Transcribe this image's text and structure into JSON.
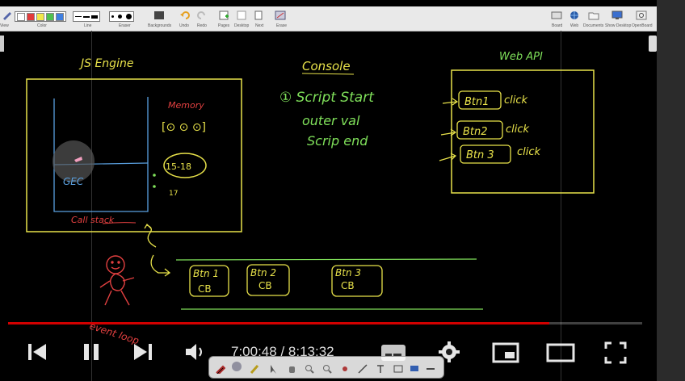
{
  "toolbar": {
    "labels": {
      "view": "View",
      "color": "Color",
      "line": "Line",
      "eraser": "Eraser",
      "backgrounds": "Backgrounds",
      "undo": "Undo",
      "redo": "Redo",
      "pages": "Pages",
      "desktop": "Desktop",
      "next": "Next",
      "erase": "Erase",
      "board": "Board",
      "web": "Web",
      "documents": "Documents",
      "show_desktop": "Show Desktop",
      "openboard": "OpenBoard"
    },
    "colors": [
      "#e23b3b",
      "#f0a020",
      "#f2e84a",
      "#4fc04f",
      "#3f7fe0"
    ]
  },
  "board": {
    "js_engine_title": "JS Engine",
    "memory_label": "Memory",
    "memory_items": "[⊙ ⊙ ⊙]",
    "timer_note": "15-18",
    "timer_sub": "17",
    "gec_label": "GEC",
    "call_stack_label": "Call stack",
    "console_title": "Console",
    "console_lines": [
      "① Script Start",
      "outer val",
      "Scrip end"
    ],
    "web_api_title": "Web API",
    "web_buttons": [
      "Btn1",
      "Btn2",
      "Btn 3"
    ],
    "click_label": "click",
    "queue_items": [
      {
        "top": "Btn 1",
        "bottom": "CB"
      },
      {
        "top": "Btn 2",
        "bottom": "CB"
      },
      {
        "top": "Btn 3",
        "bottom": "CB"
      }
    ],
    "event_loop_label": "event loop"
  },
  "player": {
    "time_current": "7:00:48",
    "time_total": "8:13:32",
    "time_display": "7:00:48 / 8:13:32",
    "progress_fraction": 0.853
  },
  "colors": {
    "yellow": "#e8e24a",
    "green": "#7fe05a",
    "red": "#e24040",
    "blue": "#5aa0e0",
    "progress": "#d20000"
  }
}
